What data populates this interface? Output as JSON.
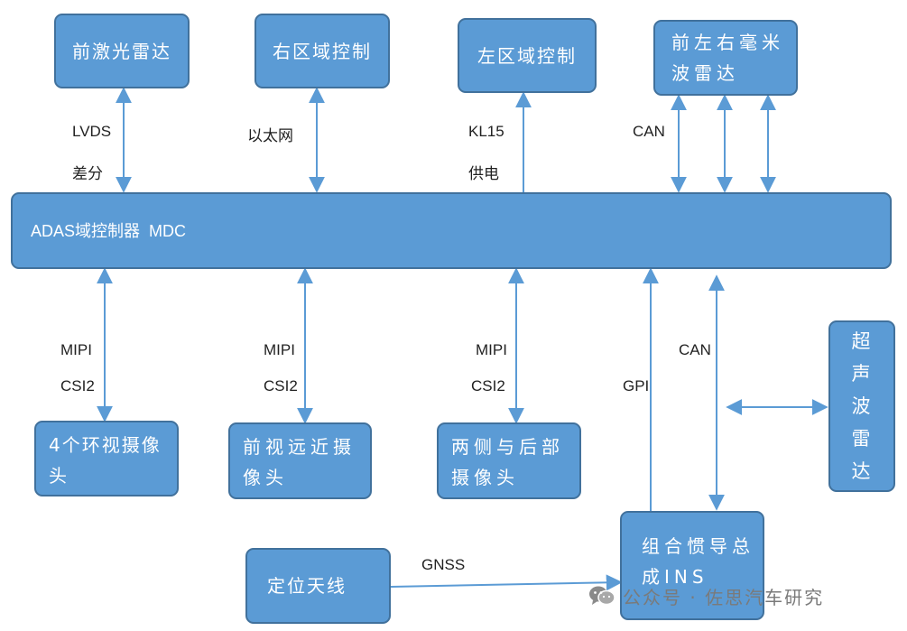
{
  "boxes": {
    "front_lidar": "前激光雷达",
    "right_zone": "右区域控制",
    "left_zone": "左区域控制",
    "radar_line1": "前左右毫米",
    "radar_line2": "波雷达",
    "mdc": "ADAS域控制器  MDC",
    "surround_line1": "4个环视摄像",
    "surround_line2": "头",
    "front_cam_line1": "前视远近摄",
    "front_cam_line2": "像头",
    "side_cam_line1": "两侧与后部",
    "side_cam_line2": "摄像头",
    "ultrasonic_chars": [
      "超",
      "声",
      "波",
      "雷",
      "达"
    ],
    "antenna": "定位天线",
    "ins_line1": "组合惯导总",
    "ins_line2": "成INS"
  },
  "labels": {
    "lvds": "LVDS",
    "diff": "差分",
    "ethernet": "以太网",
    "kl15": "KL15",
    "power": "供电",
    "can_top": "CAN",
    "mipi1": "MIPI",
    "csi1": "CSI2",
    "mipi2": "MIPI",
    "csi2": "CSI2",
    "mipi3": "MIPI",
    "csi3": "CSI2",
    "gpi": "GPI",
    "can_bottom": "CAN",
    "gnss": "GNSS"
  },
  "watermark": {
    "icon": "wechat-icon",
    "text": "公众号 · 佐思汽车研究"
  },
  "colors": {
    "box_fill": "#5b9bd5",
    "box_border": "#41719c",
    "connector": "#5b9bd5"
  }
}
